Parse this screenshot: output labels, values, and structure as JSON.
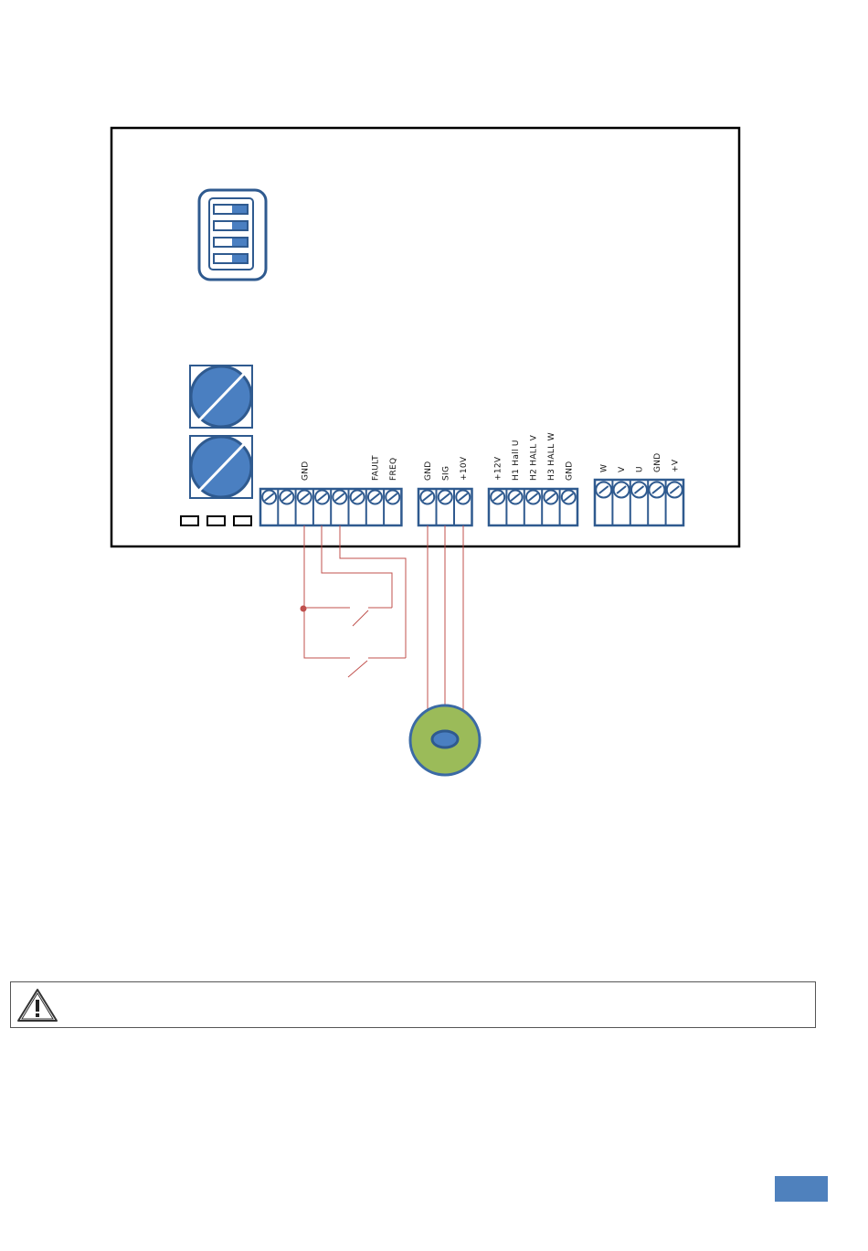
{
  "diagram": {
    "colors": {
      "board_outline": "#000000",
      "component": "#2f5a8f",
      "component_fill": "#4a7fc1",
      "wire": "#c0504d",
      "sensor_fill": "#9bbb59",
      "sensor_outline": "#3b6aa5",
      "page_tab": "#4f81bd"
    },
    "dip_switch": {
      "positions": 4,
      "state": [
        "off",
        "off",
        "off",
        "off"
      ]
    },
    "potentiometers": {
      "count": 2
    },
    "jumpers": {
      "count": 3
    },
    "terminal_blocks": [
      {
        "id": "control",
        "labels": [
          "",
          "",
          "GND",
          "",
          "",
          "",
          "FAULT",
          "FREQ"
        ]
      },
      {
        "id": "signal",
        "labels": [
          "GND",
          "SIG",
          "+10V"
        ]
      },
      {
        "id": "hall",
        "labels": [
          "+12V",
          "H1 Hall U",
          "H2 HALL V",
          "H3 HALL W",
          "GND"
        ]
      },
      {
        "id": "motor",
        "labels": [
          "W",
          "V",
          "U",
          "GND",
          "+V"
        ]
      }
    ],
    "external": {
      "switches": 2,
      "potentiometer_icon": "speed-potentiometer"
    }
  },
  "warning": {
    "icon": "warning-triangle-icon",
    "text": ""
  },
  "page": {
    "number": ""
  }
}
